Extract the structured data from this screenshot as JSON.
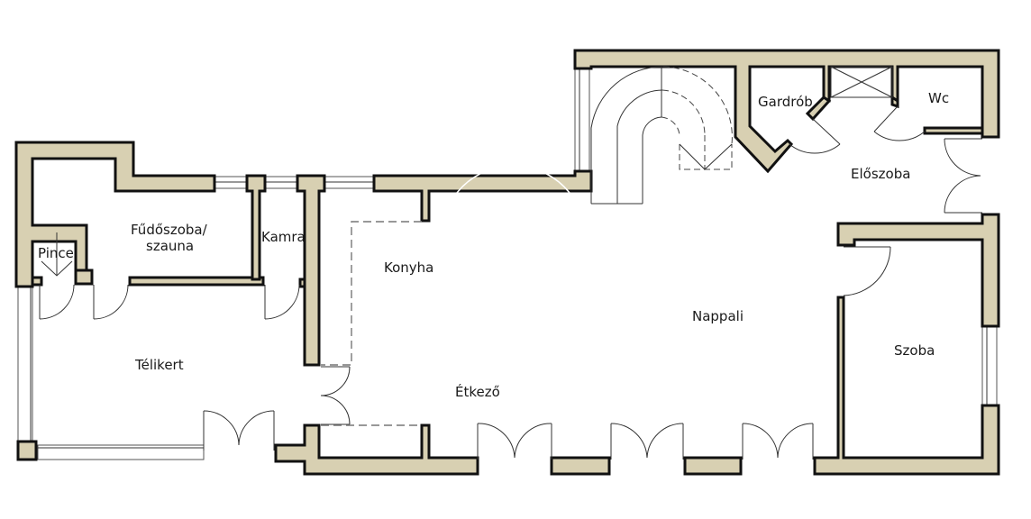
{
  "plan": {
    "wall_color": "#d8d0b2",
    "rooms": {
      "furdoszoba_line1": "Fűdőszoba/",
      "furdoszoba_line2": "szauna",
      "kamra": "Kamra",
      "pince": "Pince",
      "konyha": "Konyha",
      "nappali": "Nappali",
      "telikert": "Télikert",
      "etkezo": "Étkező",
      "gardrob": "Gardrób",
      "wc": "Wc",
      "eloszoba": "Előszoba",
      "szoba": "Szoba"
    }
  }
}
